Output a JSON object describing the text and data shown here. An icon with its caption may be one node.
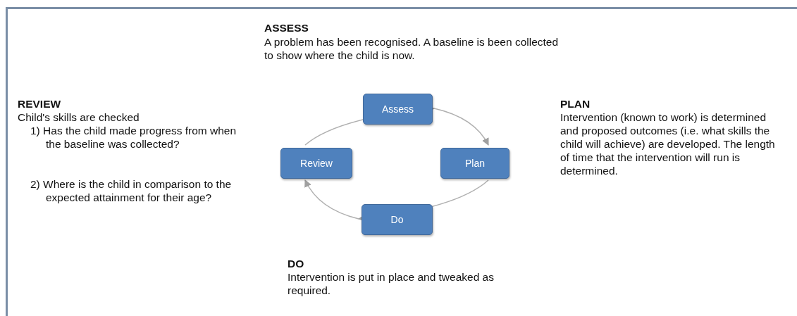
{
  "diagram": {
    "nodes": [
      {
        "text": [
          "Assess"
        ]
      },
      {
        "text": [
          "Plan"
        ]
      },
      {
        "text": [
          "Do"
        ]
      },
      {
        "text": [
          "Review"
        ]
      }
    ],
    "edges": [
      {
        "from": 0,
        "to": 1,
        "arrow": "to"
      },
      {
        "from": 1,
        "to": 2,
        "arrow": "to"
      },
      {
        "from": 2,
        "to": 3,
        "arrow": "to"
      },
      {
        "from": 3,
        "to": 0,
        "arrow": "to"
      }
    ],
    "labels": [
      "ASSESS",
      "A problem has been recognised.  A baseline is been collected to show where the child is now.",
      "REVIEW",
      "Child's skills are checked",
      "1) Has the child made progress from when the baseline was collected?",
      "2) Where is the child in comparison to the expected attainment for their age?",
      "PLAN",
      "Intervention (known to work) is determined and proposed outcomes (i.e. what skills the child will achieve) are developed. The length of time that the intervention will run is determined.",
      "DO",
      "Intervention is put in place and tweaked as required."
    ]
  }
}
